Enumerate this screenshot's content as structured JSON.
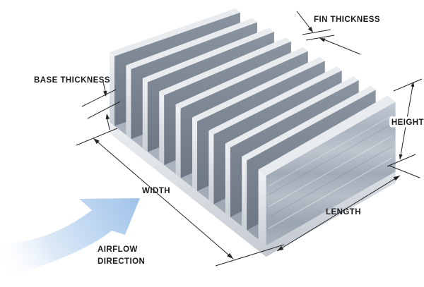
{
  "labels": {
    "fin_thickness": "FIN THICKNESS",
    "base_thickness": "BASE THICKNESS",
    "height": "HEIGHT",
    "width": "WIDTH",
    "length": "LENGTH",
    "airflow_line1": "AIRFLOW",
    "airflow_line2": "DIRECTION"
  },
  "structure": {
    "fin_count": 10
  },
  "colors": {
    "background": "#ffffff",
    "fin_face_dark": "#76808d",
    "fin_face_dark_top": "#8a94a0",
    "fin_edge_light": "#e9ecef",
    "fin_end_light": "#e3e6ea",
    "outer_face_bright": "#aab4bf",
    "base_face": "#d6dade",
    "channel_floor": "#8b95a0",
    "annotation": "#222222",
    "airflow_blue": "#a2c4ea"
  }
}
